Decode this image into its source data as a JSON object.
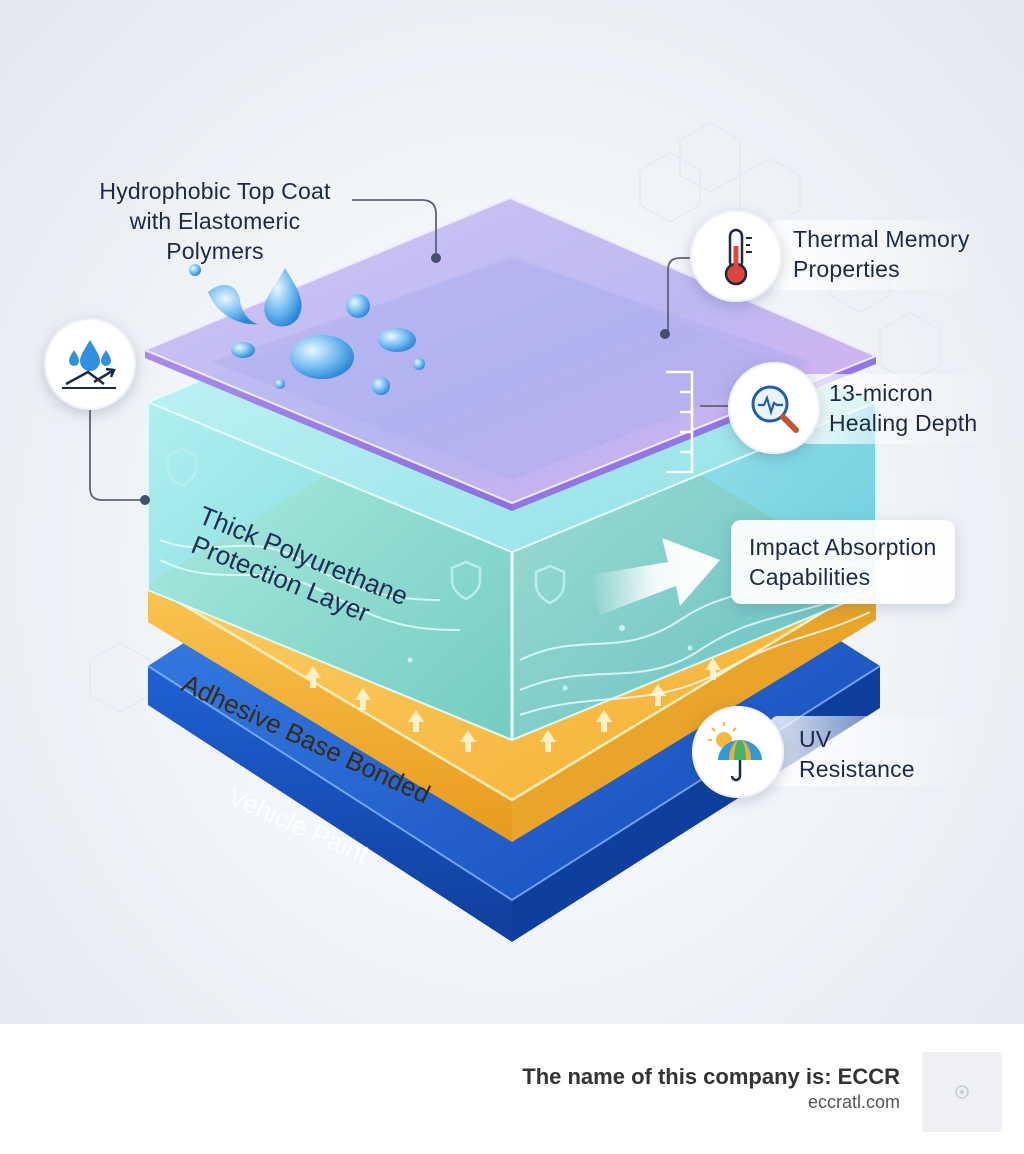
{
  "labels": {
    "top_coat": [
      "Hydrophobic Top Coat",
      "with Elastomeric Polymers"
    ],
    "thermal": [
      "Thermal Memory",
      "Properties"
    ],
    "healing": [
      "13-micron",
      "Healing Depth"
    ],
    "impact": [
      "Impact Absorption",
      "Capabilities"
    ],
    "uv": [
      "UV",
      "Resistance"
    ]
  },
  "layers": {
    "polyurethane": [
      "Thick Polyurethane",
      "Protection Layer"
    ],
    "adhesive": "Adhesive Base Bonded",
    "paint": "Vehicle Paint"
  },
  "icons": {
    "water_repel": "water-repel-icon",
    "thermometer": "thermometer-icon",
    "magnifier": "magnifier-pulse-icon",
    "arrow": "arrow-right-icon",
    "uv": "sun-umbrella-icon"
  },
  "colors": {
    "top_coat": "#b9a6f2",
    "polyurethane": "#7fdbe0",
    "adhesive": "#f6b93c",
    "paint": "#1c5fd0",
    "text": "#1d2a44"
  },
  "footer": {
    "company_line": "The name of this company is: ECCR",
    "url": "eccratl.com"
  }
}
